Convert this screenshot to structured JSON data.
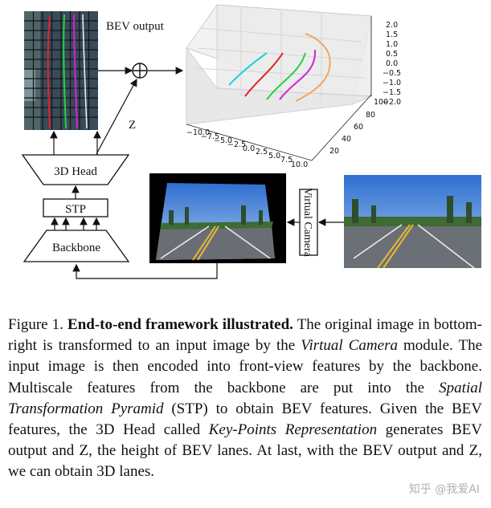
{
  "figure": {
    "bev_output_label": "BEV output",
    "z_label": "Z",
    "head_label": "3D Head",
    "stp_label": "STP",
    "backbone_label": "Backbone",
    "virtual_camera_label": "Virtual Camera",
    "plot": {
      "x_ticks": [
        "−10.0",
        "−7.5",
        "−5.0",
        "−2.5",
        "0.0",
        "2.5",
        "5.0",
        "7.5",
        "10.0"
      ],
      "y_ticks": [
        "20",
        "40",
        "60",
        "80",
        "100"
      ],
      "z_ticks": [
        "2.0",
        "1.5",
        "1.0",
        "0.5",
        "0.0",
        "−0.5",
        "−1.0",
        "−1.5",
        "−2.0"
      ],
      "lane_colors": [
        "#22d3d3",
        "#e0222b",
        "#22d33a",
        "#d322d3",
        "#f4a460"
      ]
    }
  },
  "caption": {
    "figure_no": "Figure 1.",
    "title": "End-to-end framework illustrated.",
    "p1": "The original image in bottom-right is transformed to an input image by the",
    "virtual_camera": "Virtual Camera",
    "p2": "module. The input image is then encoded into front-view features by the backbone. Multiscale features from the backbone are put into the",
    "stp_full": "Spatial Transformation Pyramid",
    "p3": "(STP) to obtain BEV features. Given the BEV features, the 3D Head called",
    "kpr": "Key-Points Representation",
    "p4": "generates BEV output and Z, the height of BEV lanes. At last, with the BEV output and Z, we can obtain 3D lanes."
  },
  "watermark": "知乎 @我爱AI"
}
